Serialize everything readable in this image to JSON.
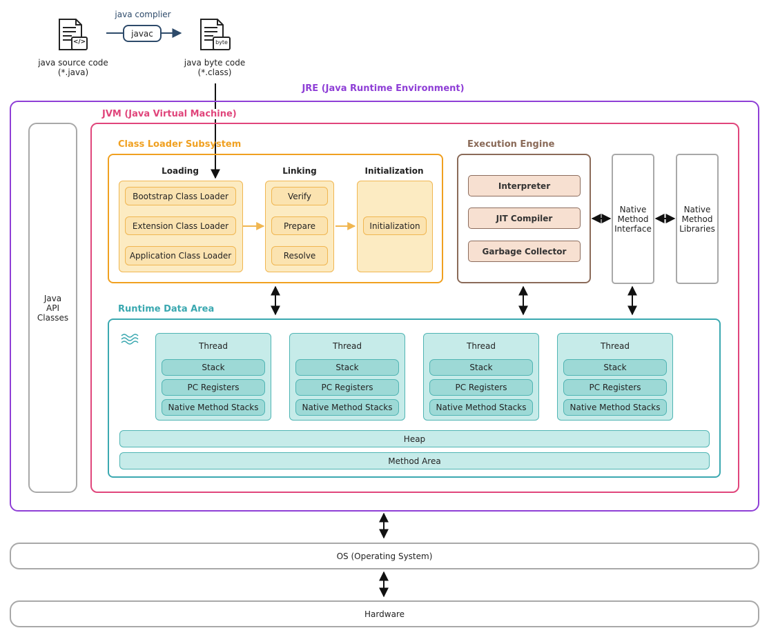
{
  "compile": {
    "source_label_1": "java source code",
    "source_label_2": "(*.java)",
    "compiler_label": "java complier",
    "javac": "javac",
    "byte_label_1": "java byte code",
    "byte_label_2": "(*.class)",
    "byte_icon_text": "byte",
    "source_icon_text": "</>"
  },
  "jre": {
    "title": "JRE (Java Runtime Environment)"
  },
  "jvm": {
    "title": "JVM (Java Virtual Machine)"
  },
  "api": {
    "line1": "Java",
    "line2": "API",
    "line3": "Classes"
  },
  "class_loader": {
    "title": "Class Loader Subsystem",
    "loading": {
      "title": "Loading",
      "items": [
        "Bootstrap Class Loader",
        "Extension Class Loader",
        "Application Class Loader"
      ]
    },
    "linking": {
      "title": "Linking",
      "items": [
        "Verify",
        "Prepare",
        "Resolve"
      ]
    },
    "initialization": {
      "title": "Initialization",
      "item": "Initialization"
    }
  },
  "execution_engine": {
    "title": "Execution Engine",
    "items": [
      "Interpreter",
      "JIT Compiler",
      "Garbage Collector"
    ]
  },
  "native_interface": {
    "line1": "Native",
    "line2": "Method",
    "line3": "Interface"
  },
  "native_libraries": {
    "line1": "Native",
    "line2": "Method",
    "line3": "Libraries"
  },
  "runtime_data_area": {
    "title": "Runtime Data Area",
    "threads": [
      {
        "title": "Thread",
        "items": [
          "Stack",
          "PC Registers",
          "Native Method Stacks"
        ]
      },
      {
        "title": "Thread",
        "items": [
          "Stack",
          "PC Registers",
          "Native Method Stacks"
        ]
      },
      {
        "title": "Thread",
        "items": [
          "Stack",
          "PC Registers",
          "Native Method Stacks"
        ]
      },
      {
        "title": "Thread",
        "items": [
          "Stack",
          "PC Registers",
          "Native Method Stacks"
        ]
      }
    ],
    "heap": "Heap",
    "method_area": "Method Area"
  },
  "os": {
    "label": "OS (Operating System)"
  },
  "hardware": {
    "label": "Hardware"
  },
  "colors": {
    "jre": "#8e3ed6",
    "jvm": "#e0457b",
    "class_loader": "#f0a020",
    "execution": "#8a6a58",
    "runtime": "#3aa8b0",
    "gray": "#999999"
  }
}
